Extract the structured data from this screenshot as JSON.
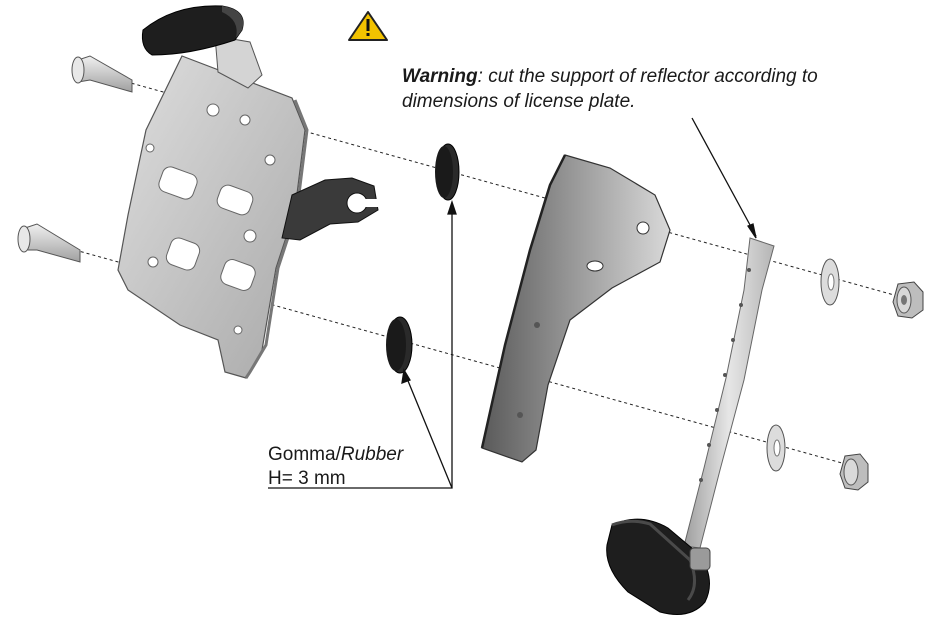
{
  "warning": {
    "keyword": "Warning",
    "text": ": cut the support of reflector according to dimensions of license plate."
  },
  "rubber_label": {
    "material_it": "Gomma/",
    "material_en": "Rubber",
    "height": "H= 3 mm"
  },
  "icons": {
    "warning": "warning-triangle-icon"
  },
  "colors": {
    "warning_icon_fill": "#f2c200",
    "metal_light": "#c9c9c9",
    "metal_dark": "#3c3c3c",
    "rubber": "#1e1e1e"
  }
}
